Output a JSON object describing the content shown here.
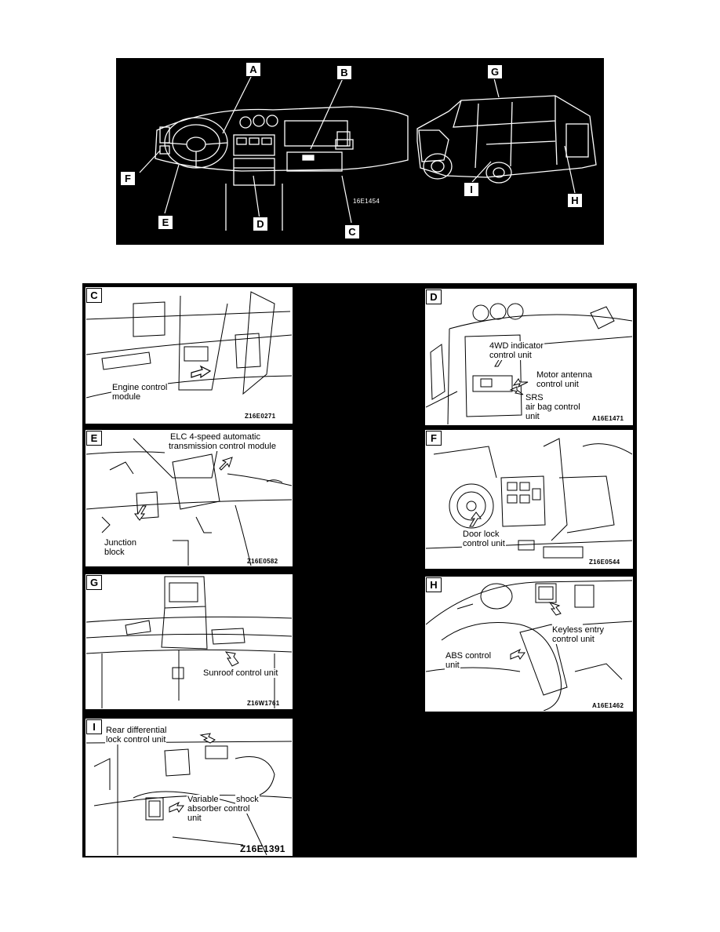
{
  "overview": {
    "code": "16E1454",
    "callouts": [
      "A",
      "B",
      "C",
      "D",
      "E",
      "F",
      "G",
      "H",
      "I"
    ]
  },
  "panels": {
    "C": {
      "letter": "C",
      "labels": [
        "Engine control",
        "module"
      ],
      "code": "Z16E0271"
    },
    "D": {
      "letter": "D",
      "labels": [
        "4WD indicator",
        "control unit",
        "Motor antenna",
        "control unit",
        "SRS",
        "air bag control",
        "unit"
      ],
      "code": "A16E1471"
    },
    "E": {
      "letter": "E",
      "labels": [
        "ELC 4-speed automatic",
        "transmission control module",
        "Junction",
        "block"
      ],
      "code": "Z16E0582"
    },
    "F": {
      "letter": "F",
      "labels": [
        "Door lock",
        "control unit"
      ],
      "code": "Z16E0544"
    },
    "G": {
      "letter": "G",
      "labels": [
        "Sunroof control unit"
      ],
      "code": "Z16W1761"
    },
    "H": {
      "letter": "H",
      "labels": [
        "Keyless entry",
        "control unit",
        "ABS control",
        "unit"
      ],
      "code": "A16E1462"
    },
    "I": {
      "letter": "I",
      "labels": [
        "Rear differential",
        "lock control unit",
        "Variable",
        "shock",
        "absorber control",
        "unit"
      ],
      "code": "Z16E1391"
    }
  }
}
